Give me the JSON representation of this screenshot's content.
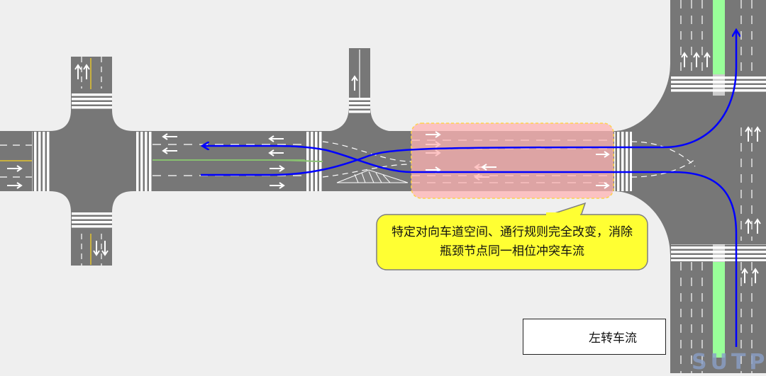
{
  "callout": {
    "text": "特定对向车道空间、通行规则完全改变，消除瓶颈节点同一相位冲突车流",
    "bg_color": "#ffff33",
    "border_color": "#7f7f7f"
  },
  "legend": {
    "label": "左转车流",
    "arrow_color": "#0000ff"
  },
  "highlight": {
    "fill": "#ffb3b3",
    "stroke": "#ffd24d"
  },
  "colors": {
    "road": "#777777",
    "background": "#efefef",
    "bus_lane": "#99ff99",
    "left_turn_flow": "#0000ff"
  },
  "watermark": {
    "text": "SUTPC"
  }
}
